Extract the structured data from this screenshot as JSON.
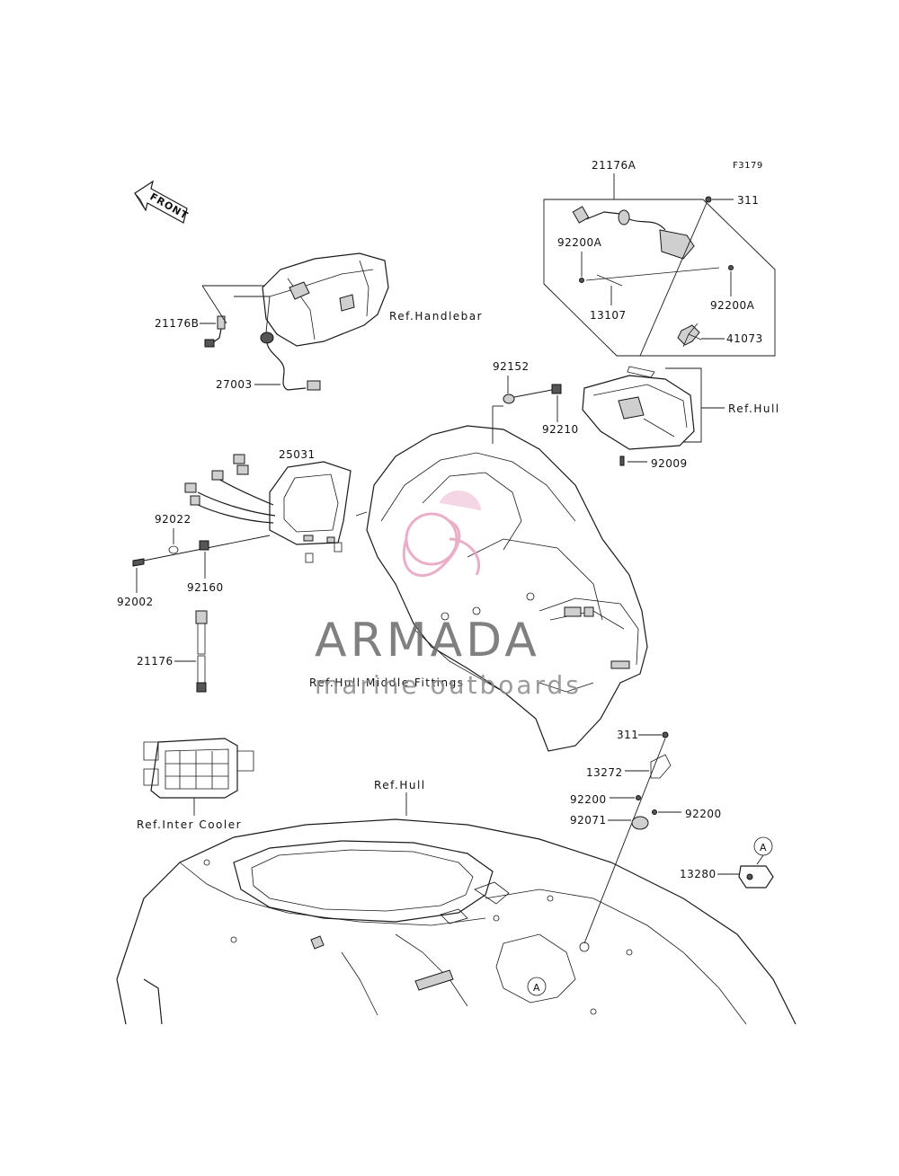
{
  "figure_code": "F3179",
  "front_label": "FRONT",
  "part_numbers": {
    "p21176A": "21176A",
    "p311_top": "311",
    "p92200A_left": "92200A",
    "p92200A_right": "92200A",
    "p13107": "13107",
    "p41073": "41073",
    "p21176B": "21176B",
    "p27003": "27003",
    "p92152": "92152",
    "p92210": "92210",
    "p92009": "92009",
    "p25031": "25031",
    "p92022": "92022",
    "p92002": "92002",
    "p92160": "92160",
    "p21176": "21176",
    "p311_bottom": "311",
    "p13272": "13272",
    "p92200_left": "92200",
    "p92200_right": "92200",
    "p92071": "92071",
    "p13280": "13280"
  },
  "references": {
    "handlebar": "Ref.Handlebar",
    "hull_top": "Ref.Hull",
    "hull_middle": "Ref.Hull Middle Fittings",
    "inter_cooler": "Ref.Inter Cooler",
    "hull_bottom": "Ref.Hull"
  },
  "callouts": {
    "a_upper": "A",
    "a_lower": "A"
  },
  "watermark": {
    "brand": "ARMADA",
    "tagline": "marine outboards",
    "accent_color": "#e8a0c0",
    "text_color": "#6b6b6b"
  }
}
